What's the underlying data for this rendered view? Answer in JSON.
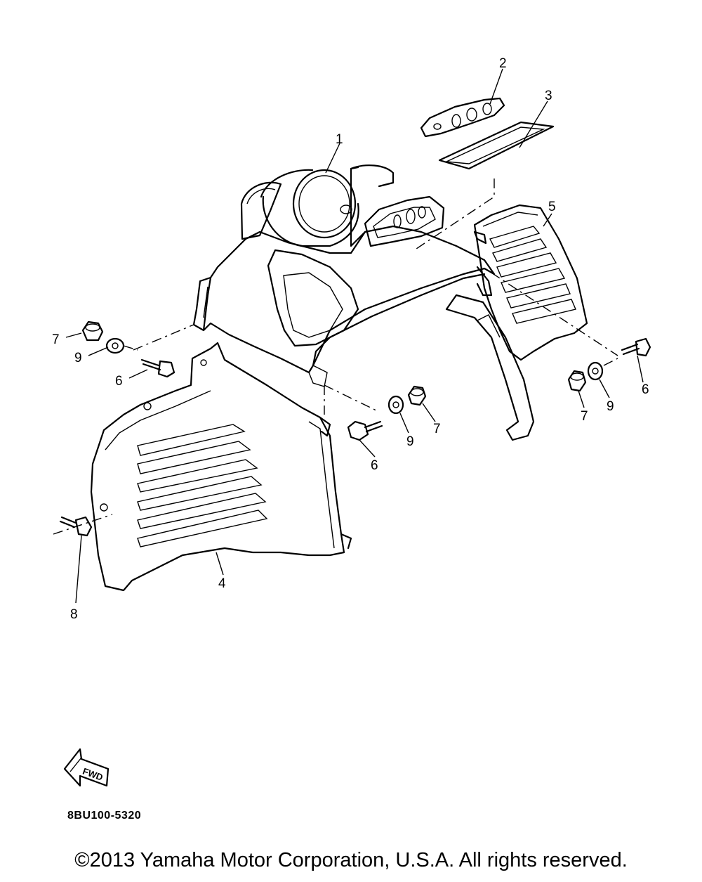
{
  "diagram": {
    "callouts": [
      {
        "id": "callout-1",
        "label": "1"
      },
      {
        "id": "callout-2",
        "label": "2"
      },
      {
        "id": "callout-3",
        "label": "3"
      },
      {
        "id": "callout-5",
        "label": "5"
      },
      {
        "id": "callout-7a",
        "label": "7"
      },
      {
        "id": "callout-9a",
        "label": "9"
      },
      {
        "id": "callout-6a",
        "label": "6"
      },
      {
        "id": "callout-6b",
        "label": "6"
      },
      {
        "id": "callout-9b",
        "label": "9"
      },
      {
        "id": "callout-7b",
        "label": "7"
      },
      {
        "id": "callout-6c",
        "label": "6"
      },
      {
        "id": "callout-9c",
        "label": "9"
      },
      {
        "id": "callout-7c",
        "label": "7"
      },
      {
        "id": "callout-4",
        "label": "4"
      },
      {
        "id": "callout-8",
        "label": "8"
      }
    ],
    "fwd_label": "FWD",
    "diagram_code": "8BU100-5320"
  },
  "footer": {
    "copyright": "©2013 Yamaha Motor Corporation, U.S.A. All rights reserved."
  }
}
